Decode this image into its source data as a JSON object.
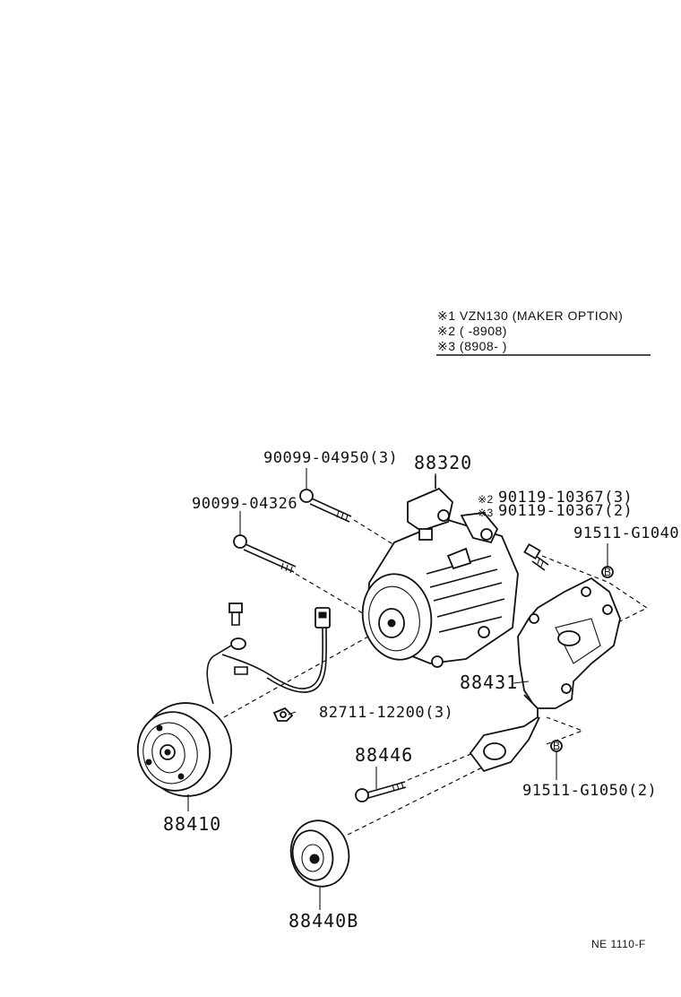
{
  "notes": {
    "note1": "※1 VZN130 (MAKER OPTION)",
    "note2": "※2 (     -8908)",
    "note3": "※3 (8908-     )"
  },
  "labels": {
    "bolt_long": "90099-04950(3)",
    "compressor": "88320",
    "bolt_short": "90099-04326",
    "bolt_note2": "90119-10367(3)",
    "bolt_note3": "90119-10367(2)",
    "nut_top": "91511-G1040",
    "clip": "82711-12200(3)",
    "bracket": "88431",
    "bolt_idler": "88446",
    "nut_bottom": "91511-G1050(2)",
    "clutch": "88410",
    "pulley": "88440B",
    "note_mark_2": "※2",
    "note_mark_3": "※3",
    "circle_b1": "B",
    "circle_b2": "B"
  },
  "figure_code": "NE 1110-F"
}
